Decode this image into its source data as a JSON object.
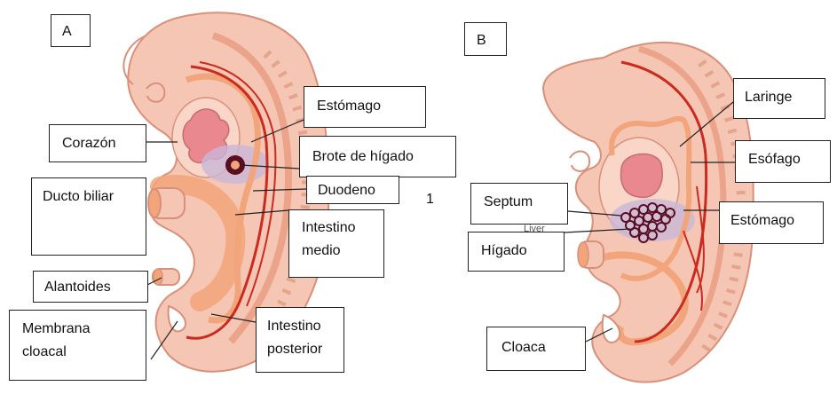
{
  "panels": {
    "a": {
      "letter": "A",
      "labels": {
        "estomago": "Estómago",
        "corazon": "Corazón",
        "brote_higado": "Brote de hígado",
        "ducto_biliar": "Ducto biliar",
        "duodeno": "Duodeno",
        "intestino_medio": "Intestino\nmedio",
        "alantoides": "Alantoides",
        "membrana_cloacal": "Membrana\ncloacal",
        "intestino_posterior": "Intestino\nposterior"
      },
      "stray_mark": "1"
    },
    "b": {
      "letter": "B",
      "labels": {
        "laringe": "Laringe",
        "esofago": "Esófago",
        "septum": "Septum",
        "estomago": "Estómago",
        "higado": "Hígado",
        "cloaca": "Cloaca"
      },
      "ghost_text": "Liver"
    }
  },
  "colors": {
    "embryo_fill": "#f6c6b4",
    "embryo_outline": "#d9907a",
    "gut_tube": "#f2a57a",
    "vessel_red": "#cc2a1f",
    "heart_pink": "#e9888f",
    "septum_lavender": "#c9b7d8",
    "liver_dark": "#5a0e22"
  }
}
